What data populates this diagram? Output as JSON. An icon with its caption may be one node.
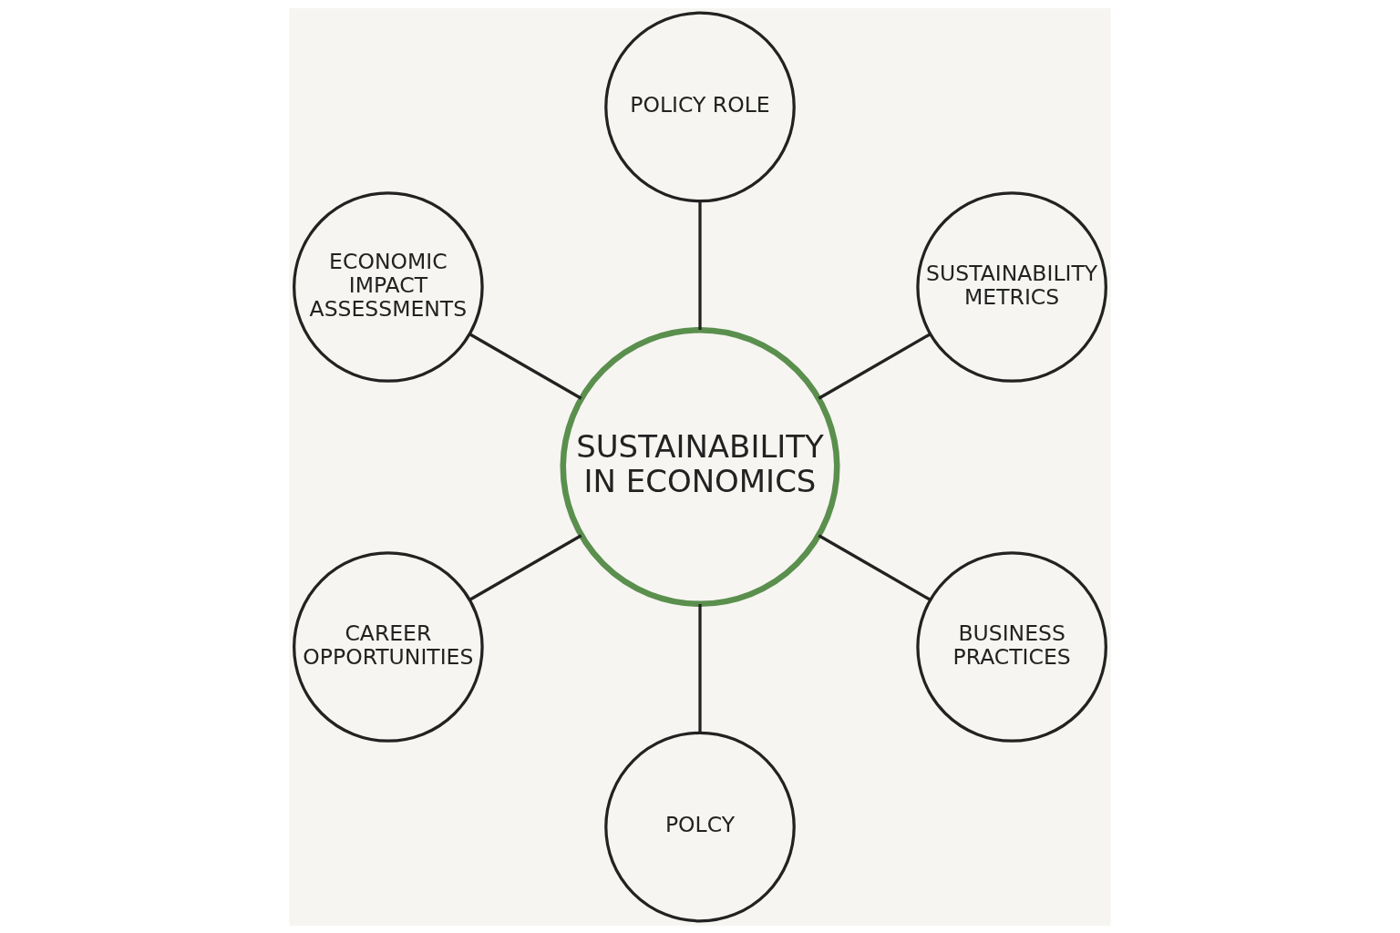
{
  "diagram": {
    "nodes": [
      {
        "text": [
          "SUSTAINABILITY IN ECONOMICS"
        ]
      },
      {
        "text": [
          "SUSTAINABILITY METRICS"
        ]
      },
      {
        "text": [
          "POLICY ROLE"
        ]
      },
      {
        "text": [
          "ECONOMIC IMPACT ASSESSMENTS"
        ]
      },
      {
        "text": [
          "CAREER OPPORTUNITIES"
        ]
      },
      {
        "text": [
          "POLCY"
        ]
      },
      {
        "text": [
          "BUSINESS PRACTICES"
        ]
      }
    ],
    "edges": [
      {
        "from": 0,
        "to": 1,
        "arrow": "none"
      },
      {
        "from": 0,
        "to": 2,
        "arrow": "none"
      },
      {
        "from": 0,
        "to": 3,
        "arrow": "none"
      },
      {
        "from": 0,
        "to": 4,
        "arrow": "none"
      },
      {
        "from": 0,
        "to": 5,
        "arrow": "none"
      },
      {
        "from": 0,
        "to": 6,
        "arrow": "none"
      }
    ]
  }
}
